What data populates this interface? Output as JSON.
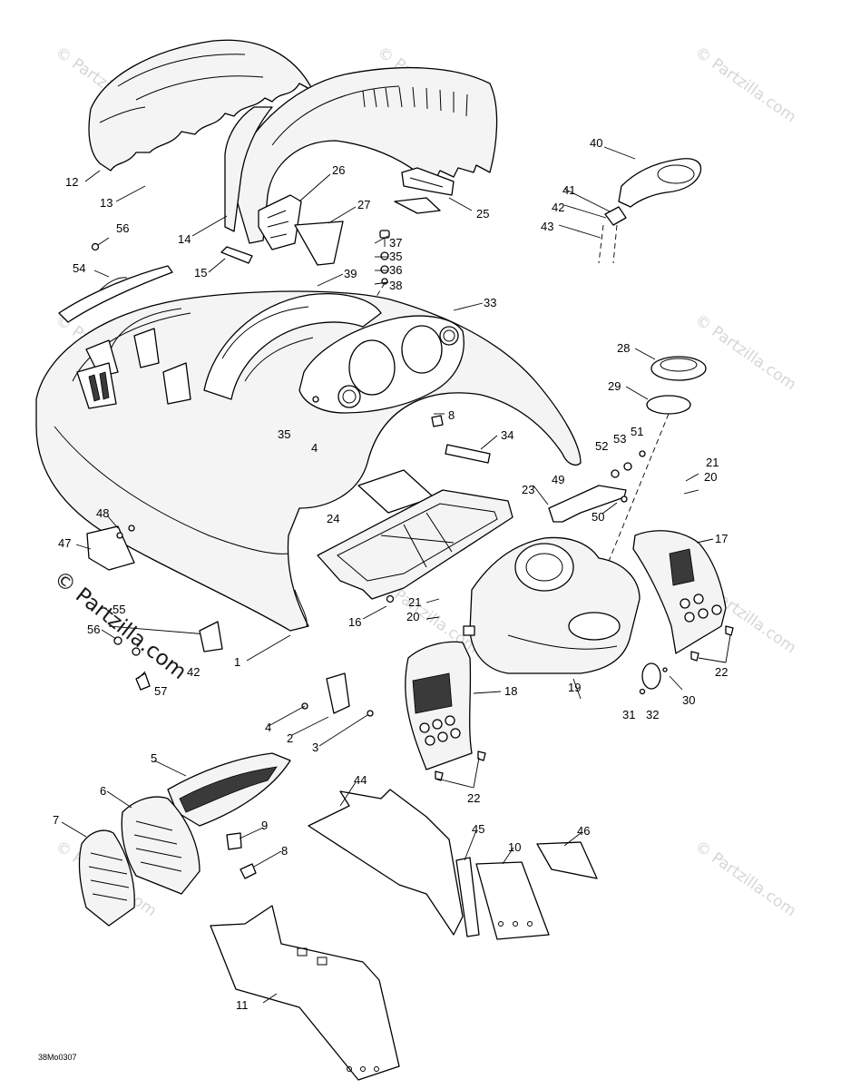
{
  "diagram": {
    "reference_code": "38Mo0307",
    "watermark_text": "© Partzilla.com",
    "callouts": [
      "1",
      "2",
      "3",
      "4",
      "5",
      "6",
      "7",
      "8",
      "9",
      "10",
      "11",
      "12",
      "13",
      "14",
      "15",
      "16",
      "17",
      "18",
      "19",
      "20",
      "21",
      "22",
      "23",
      "24",
      "25",
      "26",
      "27",
      "28",
      "29",
      "30",
      "31",
      "32",
      "33",
      "34",
      "35",
      "36",
      "37",
      "38",
      "39",
      "40",
      "41",
      "42",
      "43",
      "44",
      "45",
      "46",
      "47",
      "48",
      "49",
      "50",
      "51",
      "52",
      "53",
      "54",
      "55",
      "56",
      "57"
    ],
    "repeated_callouts": {
      "4b": "4",
      "8b": "8",
      "20b": "20",
      "21b": "21",
      "22b": "22",
      "35b": "35",
      "42b": "42",
      "56b": "56"
    },
    "colors": {
      "line": "#000000",
      "watermark": "#d6d6d6",
      "background": "#ffffff"
    }
  }
}
